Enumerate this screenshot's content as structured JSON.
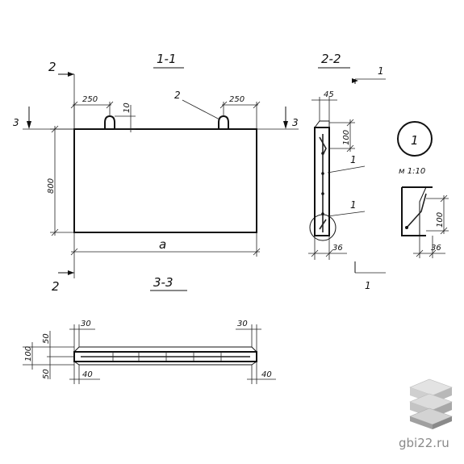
{
  "sections": {
    "s11": "1-1",
    "s22": "2-2",
    "s33": "3-3"
  },
  "marks": {
    "cut2_top": "2",
    "cut2_bottom": "2",
    "cut3_left": "3",
    "cut3_right": "3",
    "cut1_top": "1",
    "cut1_bottom": "1",
    "callout_loop": "2",
    "callout_rebar_a": "1",
    "callout_rebar_b": "1",
    "detail_circle": "1"
  },
  "dims_front": {
    "left_offset": "250",
    "right_offset": "250",
    "loop_height": "10",
    "height": "800",
    "length": "a"
  },
  "dims_side": {
    "top": "45",
    "loop": "100",
    "bottom": "36"
  },
  "detail": {
    "scale": "м 1:10",
    "height": "100",
    "bottom": "36"
  },
  "dims_plan": {
    "top_left": "30",
    "top_right": "30",
    "upper": "50",
    "total": "100",
    "lower": "50",
    "bottom_left": "40",
    "bottom_right": "40"
  },
  "colors": {
    "ink": "#111111",
    "watermark": "#8a8a8a",
    "logo_light": "#d9d9d9",
    "logo_dark": "#9b9b9b"
  },
  "watermark": "gbi22.ru"
}
